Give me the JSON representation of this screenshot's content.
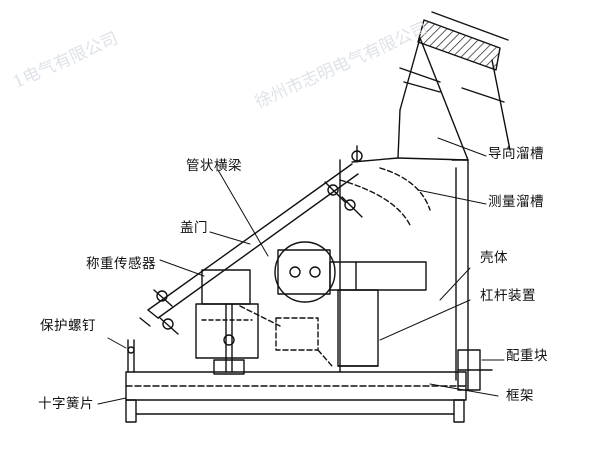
{
  "labels": {
    "guide_chute": "导向溜槽",
    "measuring_chute": "测量溜槽",
    "housing": "壳体",
    "lever_device": "杠杆装置",
    "counterweight": "配重块",
    "frame": "框架",
    "tubular_beam": "管状横梁",
    "cover_door": "盖门",
    "load_cell": "称重传感器",
    "protect_screw": "保护螺钉",
    "cross_spring": "十字簧片"
  },
  "watermark": {
    "line1": "徐州市志明电气有限公司",
    "line2": "1电气有限公司"
  }
}
